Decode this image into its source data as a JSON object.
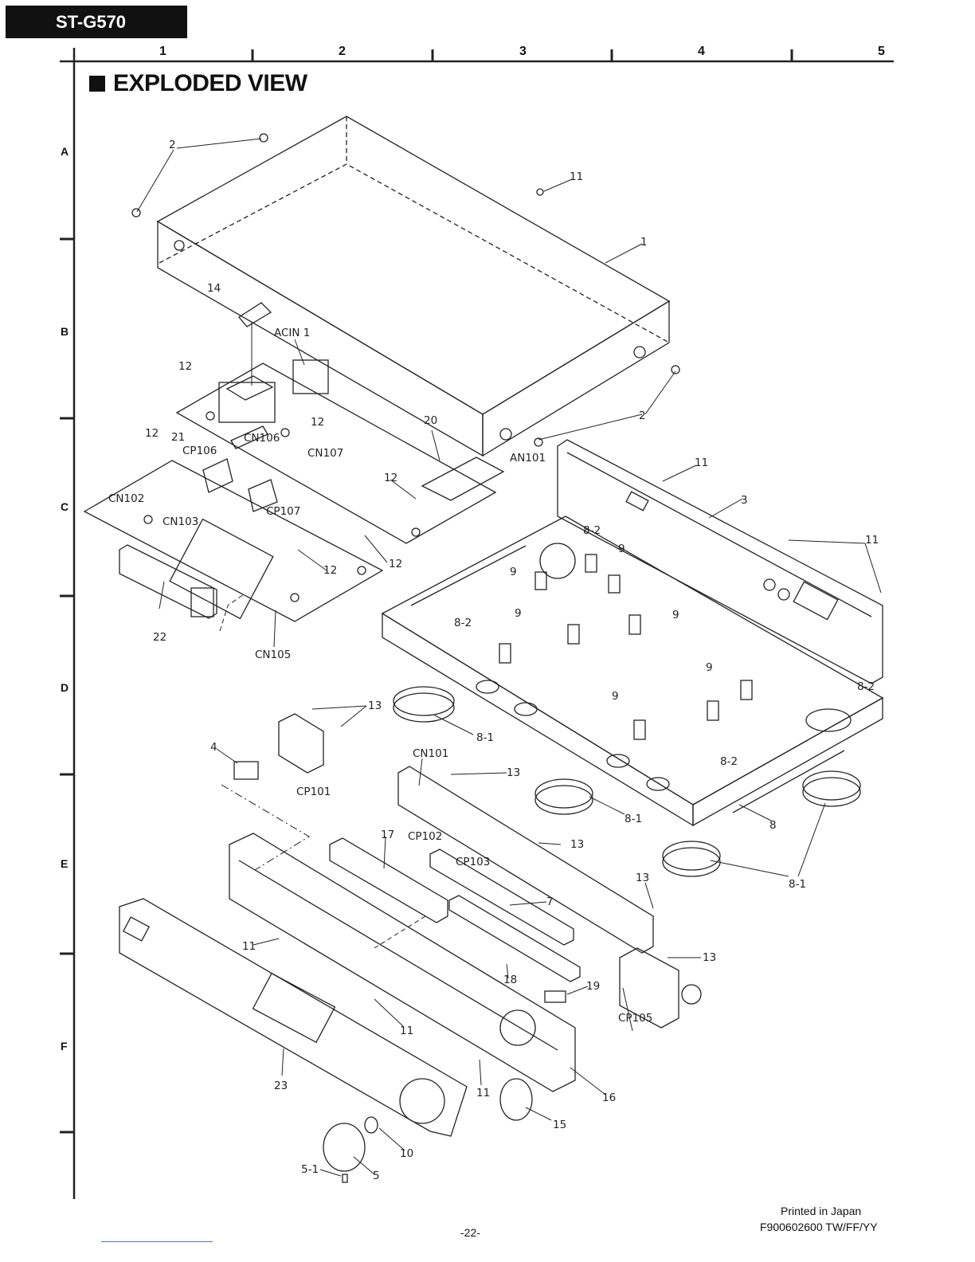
{
  "header": {
    "model": "ST-G570",
    "columns": [
      "1",
      "2",
      "3",
      "4",
      "5"
    ],
    "rows": [
      "A",
      "B",
      "C",
      "D",
      "E",
      "F"
    ],
    "title": "EXPLODED VIEW"
  },
  "labels": {
    "l1": "1",
    "l2a": "2",
    "l2b": "2",
    "l3": "3",
    "l4": "4",
    "l5": "5",
    "l51": "5-1",
    "l7": "7",
    "l8": "8",
    "l81a": "8-1",
    "l81b": "8-1",
    "l81c": "8-1",
    "l82a": "8-2",
    "l82b": "8-2",
    "l82c": "8-2",
    "l82d": "8-2",
    "l9a": "9",
    "l9b": "9",
    "l9c": "9",
    "l9d": "9",
    "l9e": "9",
    "l9f": "9",
    "l10": "10",
    "l11a": "11",
    "l11b": "11",
    "l11c": "11",
    "l11d": "11",
    "l11e": "11",
    "l11f": "11",
    "l12a": "12",
    "l12b": "12",
    "l12c": "12",
    "l12d": "12",
    "l12e": "12",
    "l12f": "12",
    "l13a": "13",
    "l13b": "13",
    "l13c": "13",
    "l13d": "13",
    "l13e": "13",
    "l14": "14",
    "l15": "15",
    "l16": "16",
    "l17": "17",
    "l18": "18",
    "l19": "19",
    "l20": "20",
    "l21": "21",
    "l22": "22",
    "l23": "23",
    "acin1": "ACIN 1",
    "an101": "AN101",
    "cn101": "CN101",
    "cn102": "CN102",
    "cn103": "CN103",
    "cn105": "CN105",
    "cn106": "CN106",
    "cn107": "CN107",
    "cp101": "CP101",
    "cp102": "CP102",
    "cp103": "CP103",
    "cp105": "CP105",
    "cp106": "CP106",
    "cp107": "CP107"
  },
  "footer": {
    "page": "-22-",
    "printed": "Printed in Japan",
    "code": "F900602600 TW/FF/YY"
  }
}
